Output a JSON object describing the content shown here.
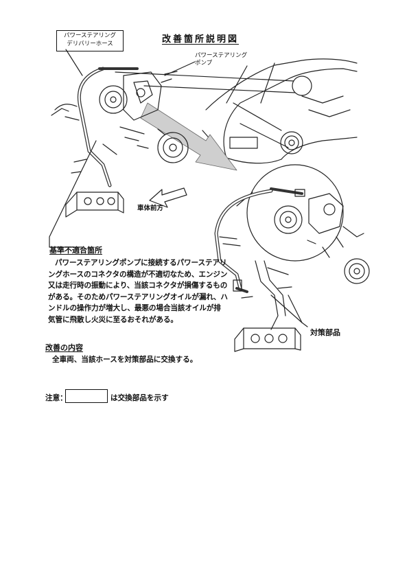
{
  "diagram": {
    "title": "改善箇所説明図",
    "callout_hose": {
      "line1": "パワーステアリング",
      "line2": "デリバリーホース"
    },
    "callout_pump": {
      "line1": "パワーステアリング",
      "line2": "ポンプ"
    },
    "front_direction": "車体前方",
    "countermeasure_part": "対策部品"
  },
  "defect": {
    "heading": "基準不適合箇所",
    "body": "パワーステアリングポンプに接続するパワーステアリングホースのコネクタの構造が不適切なため、エンジン又は走行時の振動により、当該コネクタが損傷するものがある。そのためパワーステアリングオイルが漏れ、ハンドルの操作力が増大し、最悪の場合当該オイルが排気管に飛散し火災に至るおそれがある。"
  },
  "remedy": {
    "heading": "改善の内容",
    "body": "全車両、当該ホースを対策部品に交換する。"
  },
  "note": {
    "label": "注意：",
    "text": "は交換部品を示す"
  }
}
